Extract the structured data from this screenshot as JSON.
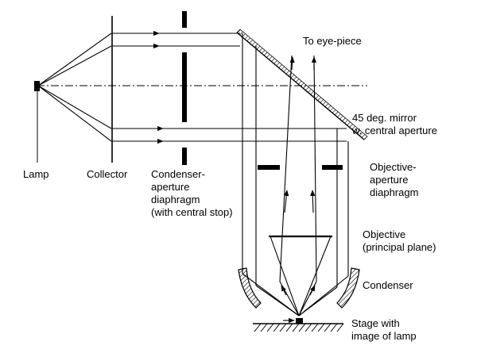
{
  "labels": {
    "to_eyepiece": "To eye-piece",
    "mirror": [
      "45 deg. mirror",
      "w. central aperture"
    ],
    "lamp": "Lamp",
    "collector": "Collector",
    "condenser_aperture": [
      "Condenser-",
      "aperture",
      "diaphragm",
      "(with central stop)"
    ],
    "objective_aperture": [
      "Objective-",
      "aperture",
      "diaphragm"
    ],
    "objective": [
      "Objective",
      "(principal plane)"
    ],
    "condenser": "Condenser",
    "stage": [
      "Stage with",
      "image of lamp"
    ]
  },
  "colors": {
    "ink": "#000000",
    "background": "#ffffff"
  }
}
